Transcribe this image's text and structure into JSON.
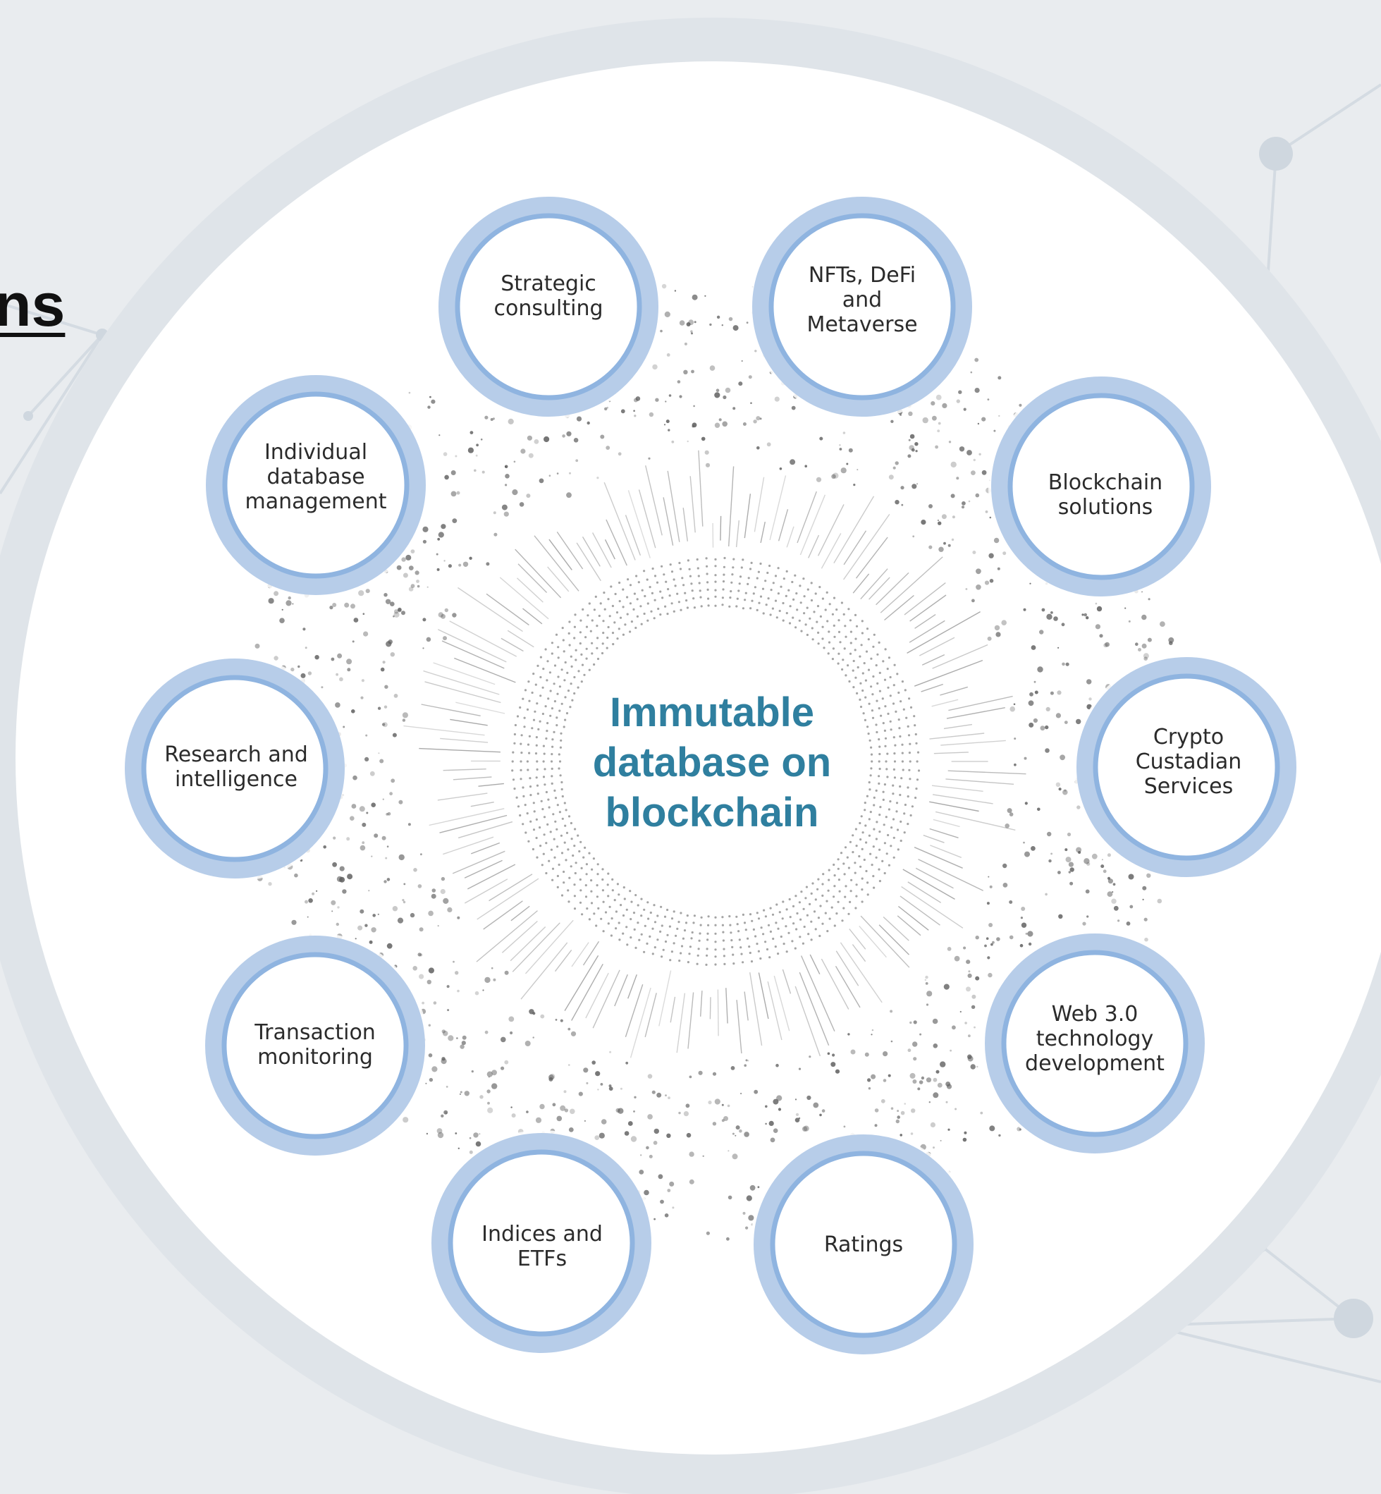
{
  "page": {
    "title_fragment": "ns"
  },
  "diagram": {
    "center_label_lines": [
      "Immutable",
      "database on",
      "blockchain"
    ],
    "colors": {
      "background": "#e9ecef",
      "disc": "#ffffff",
      "ring_outer": "#b7cde9",
      "ring_inner": "#8fb4e0",
      "center_text": "#2f7f9f",
      "node_text": "#2b2b2b",
      "scatter": "#5a5a5a"
    },
    "nodes": [
      {
        "id": "strategic-consulting",
        "label_lines": [
          "Strategic",
          "consulting"
        ]
      },
      {
        "id": "nfts-defi-metaverse",
        "label_lines": [
          "NFTs, DeFi",
          "and",
          "Metaverse"
        ]
      },
      {
        "id": "blockchain-solutions",
        "label_lines": [
          "Blockchain",
          "solutions"
        ]
      },
      {
        "id": "crypto-custadian-services",
        "label_lines": [
          "Crypto",
          "Custadian",
          "Services"
        ]
      },
      {
        "id": "web3-technology-development",
        "label_lines": [
          "Web 3.0",
          "technology",
          "development"
        ]
      },
      {
        "id": "ratings",
        "label_lines": [
          "Ratings"
        ]
      },
      {
        "id": "indices-and-etfs",
        "label_lines": [
          "Indices and",
          "ETFs"
        ]
      },
      {
        "id": "transaction-monitoring",
        "label_lines": [
          "Transaction",
          "monitoring"
        ]
      },
      {
        "id": "research-and-intelligence",
        "label_lines": [
          "Research and",
          "intelligence"
        ]
      },
      {
        "id": "individual-database-management",
        "label_lines": [
          "Individual",
          "database",
          "management"
        ]
      }
    ]
  }
}
